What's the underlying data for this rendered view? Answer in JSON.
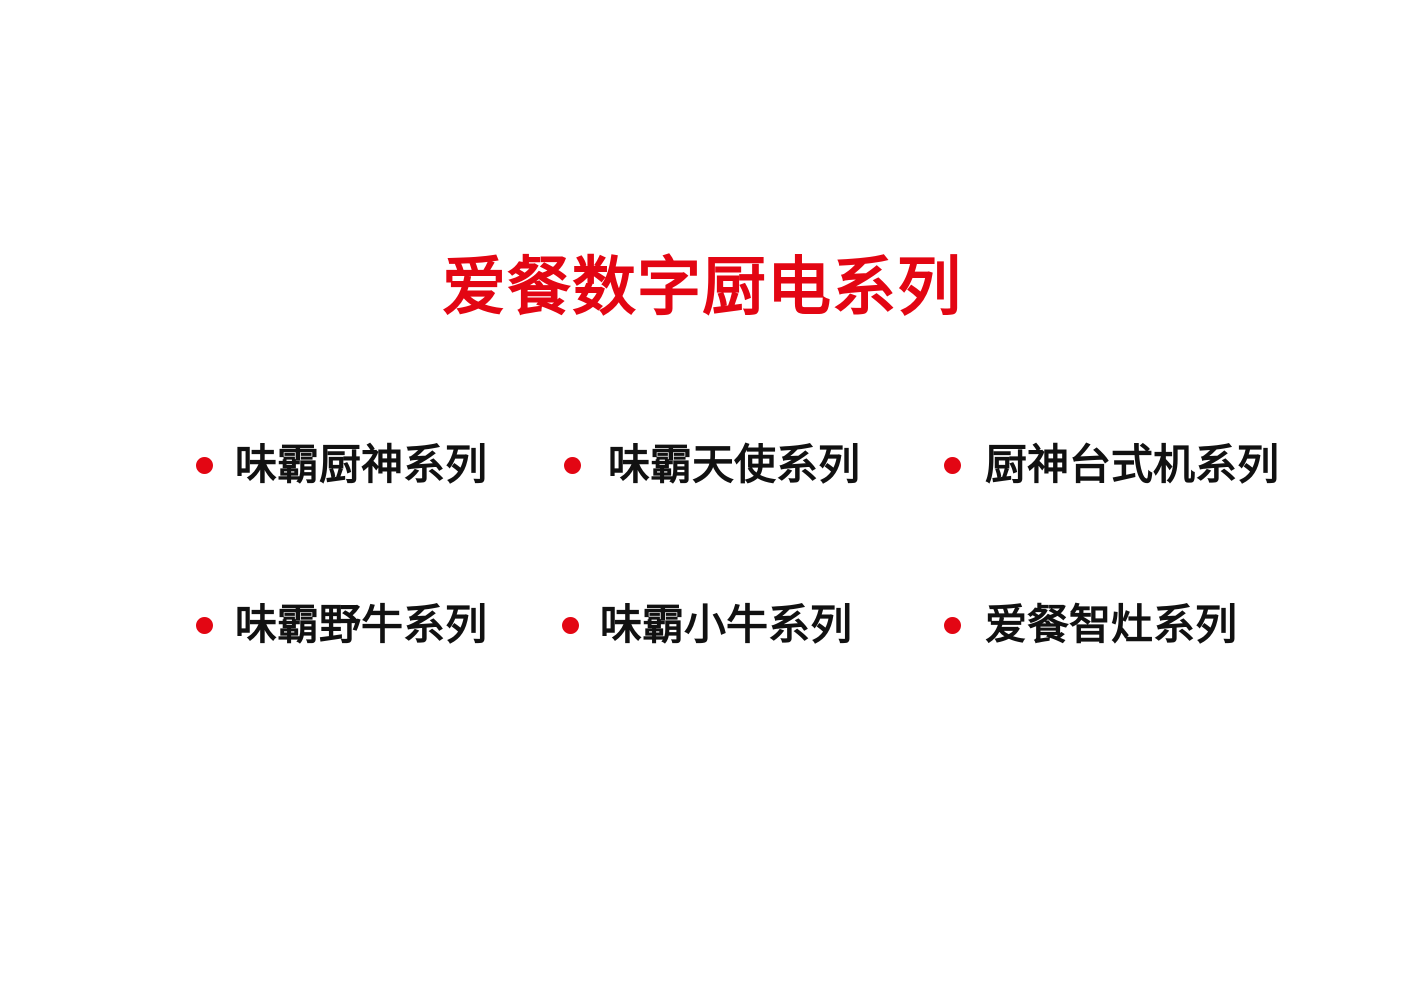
{
  "title": "爱餐数字厨电系列",
  "series": [
    {
      "label": "味霸厨神系列"
    },
    {
      "label": "味霸天使系列"
    },
    {
      "label": "厨神台式机系列"
    },
    {
      "label": "味霸野牛系列"
    },
    {
      "label": "味霸小牛系列"
    },
    {
      "label": "爱餐智灶系列"
    }
  ],
  "colors": {
    "accent": "#e30613",
    "text": "#111111",
    "background": "#ffffff"
  }
}
